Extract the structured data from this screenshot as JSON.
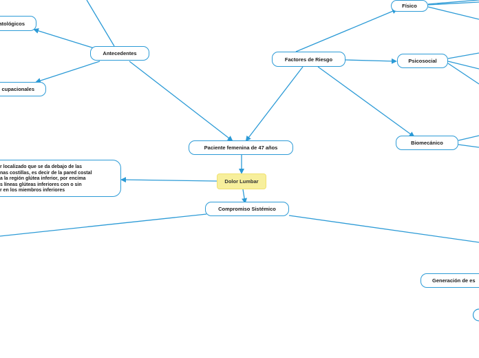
{
  "nodes": {
    "antecedentes": "Antecedentes",
    "patologicos": "atológicos",
    "ocupacionales": "cupacionales",
    "factores_riesgo": "Factores de Riesgo",
    "fisico": "Físico",
    "psicosocial": "Psicosocial",
    "biomecanico": "Biomecánico",
    "paciente": "Paciente femenina de 47 años",
    "dolor_lumbar": "Dolor Lumbar",
    "compromiso": "Compromiso Sistémico",
    "generacion": "Generación de es",
    "definicion_lines": [
      "r localizado que se da debajo de las",
      "nas costillas, es decir de la pared costal",
      "a la región glútea inferior, por encima",
      "s líneas glúteas inferiores con o sin",
      "r en los miembros inferiores"
    ]
  },
  "colors": {
    "line": "#2b9ad6",
    "central_fill": "#f7ef9c"
  }
}
